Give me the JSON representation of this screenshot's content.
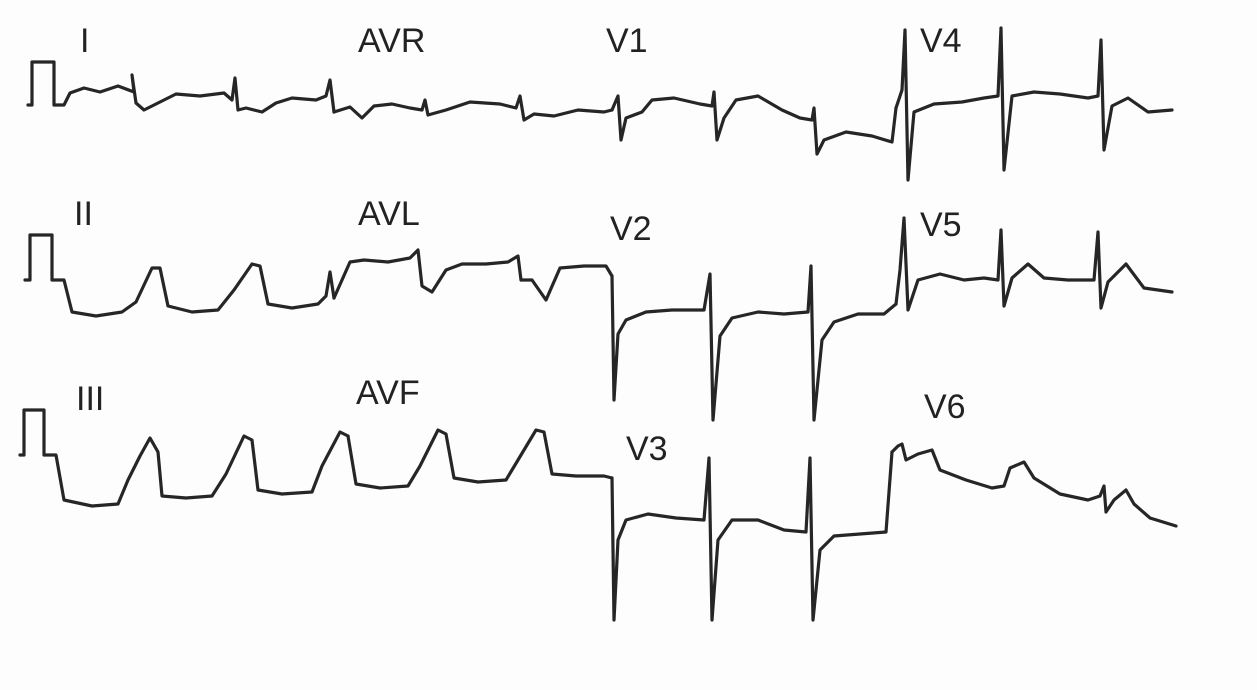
{
  "leads": {
    "I": "I",
    "II": "II",
    "III": "III",
    "aVR": "AVR",
    "aVL": "AVL",
    "aVF": "AVF",
    "V1": "V1",
    "V2": "V2",
    "V3": "V3",
    "V4": "V4",
    "V5": "V5",
    "V6": "V6"
  },
  "colors": {
    "trace": "#262626",
    "paper": "#fdfdfd"
  }
}
